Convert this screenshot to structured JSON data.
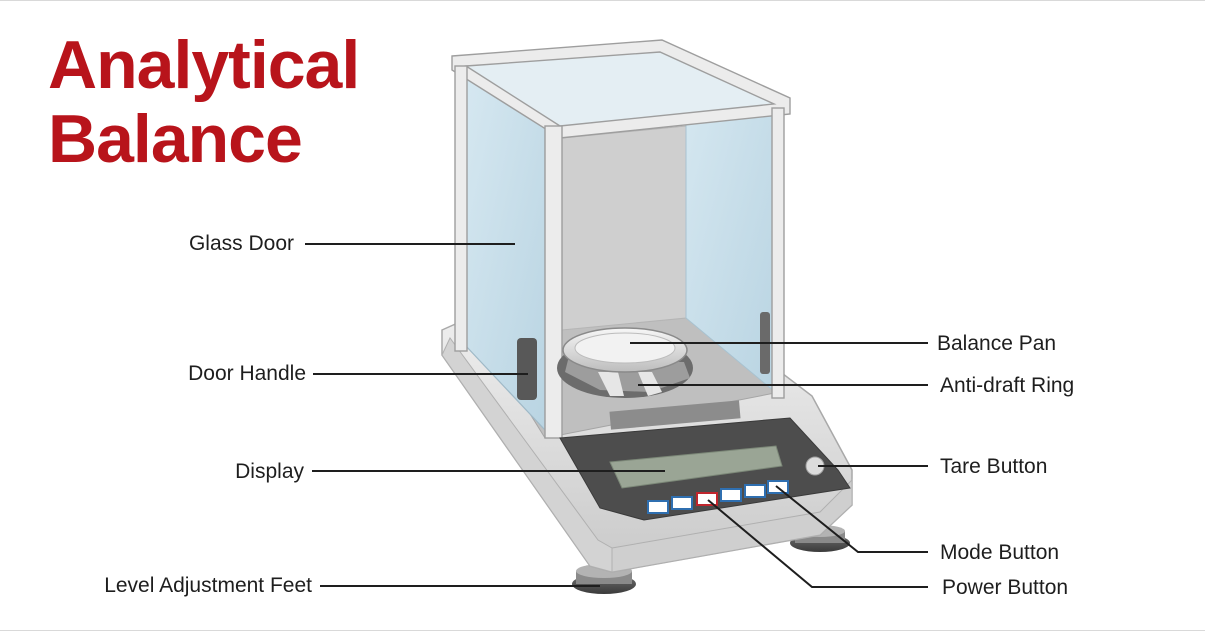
{
  "title": {
    "line1": "Analytical",
    "line2": "Balance"
  },
  "labels": {
    "glass_door": "Glass Door",
    "door_handle": "Door Handle",
    "display": "Display",
    "level_adjustment_feet": "Level Adjustment Feet",
    "balance_pan": "Balance Pan",
    "anti_draft_ring": "Anti-draft Ring",
    "tare_button": "Tare Button",
    "mode_button": "Mode Button",
    "power_button": "Power Button"
  },
  "colors": {
    "title": "#b8141b",
    "glass": "#cfe4ef",
    "frame": "#e9e9e9",
    "display": "#9aa595",
    "panel": "#565656",
    "mode_buttons": "#2f6fb0",
    "power_button": "#c0262d"
  }
}
